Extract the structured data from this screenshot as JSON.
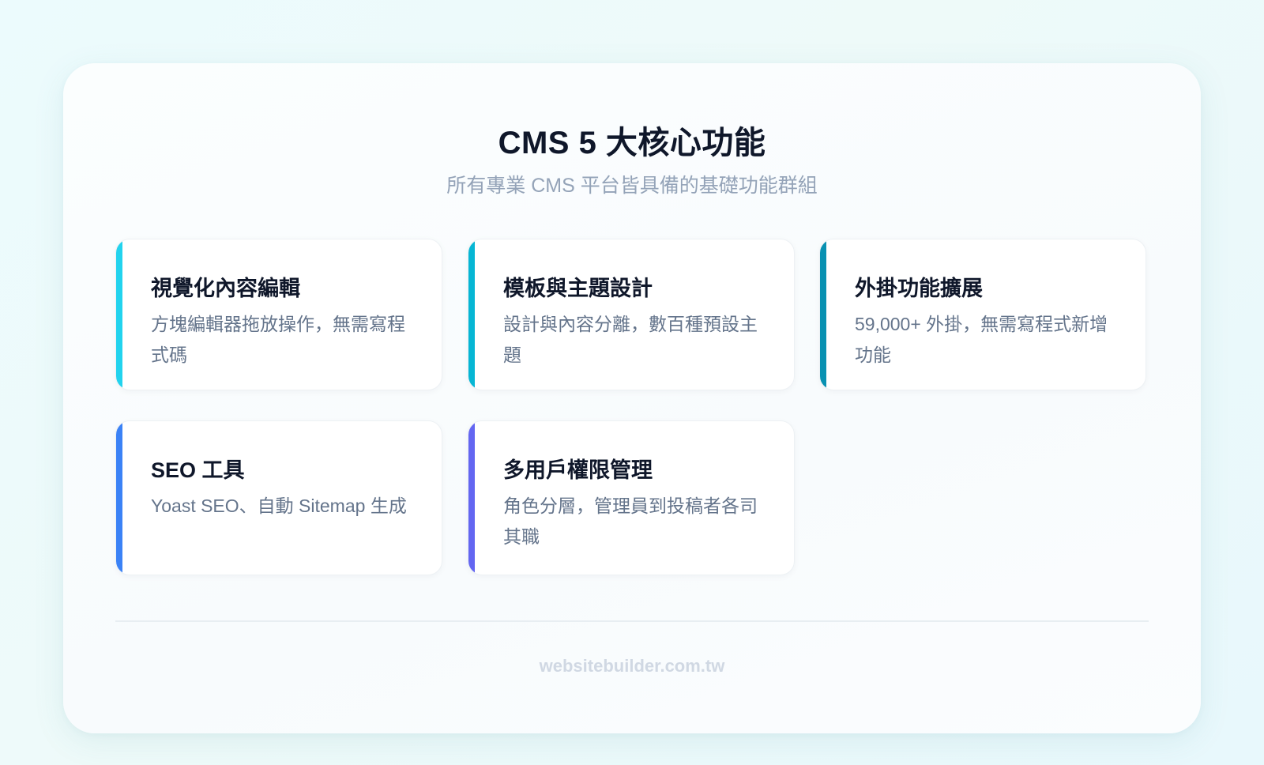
{
  "header": {
    "title": "CMS 5 大核心功能",
    "subtitle": "所有專業 CMS 平台皆具備的基礎功能群組"
  },
  "features": [
    {
      "title": "視覺化內容編輯",
      "description": "方塊編輯器拖放操作，無需寫程式碼",
      "accent": "#22d3ee"
    },
    {
      "title": "模板與主題設計",
      "description": "設計與內容分離，數百種預設主題",
      "accent": "#06b6d4"
    },
    {
      "title": "外掛功能擴展",
      "description": "59,000+ 外掛，無需寫程式新增功能",
      "accent": "#0891b2"
    },
    {
      "title": "SEO 工具",
      "description": "Yoast SEO、自動 Sitemap 生成",
      "accent": "#3b82f6"
    },
    {
      "title": "多用戶權限管理",
      "description": "角色分層，管理員到投稿者各司其職",
      "accent": "#6366f1"
    }
  ],
  "footer": {
    "text": "websitebuilder.com.tw"
  }
}
